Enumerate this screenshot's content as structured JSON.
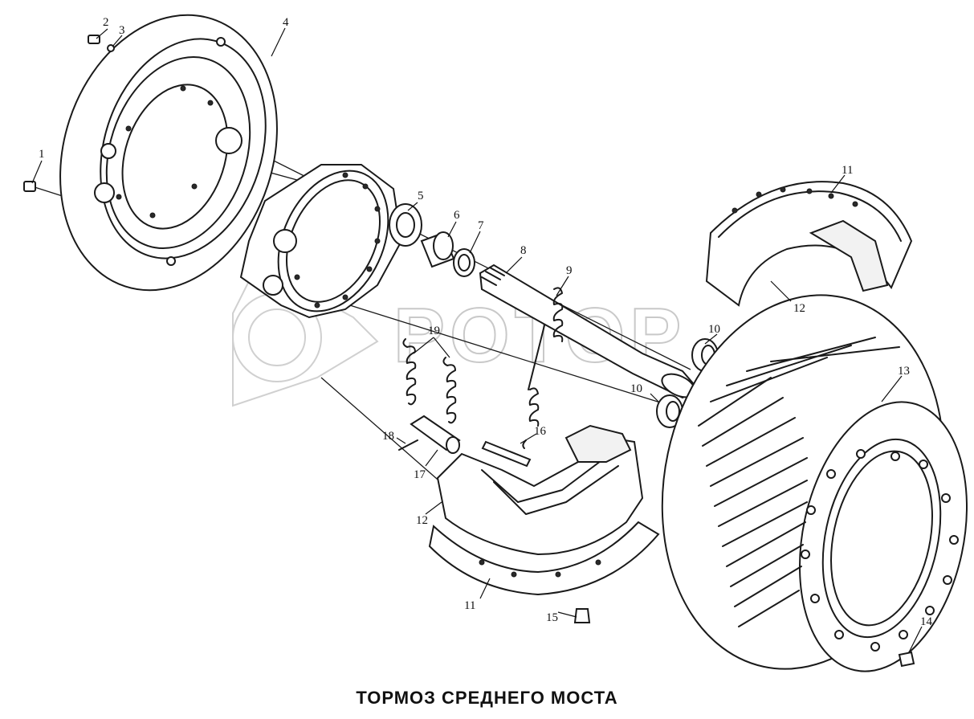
{
  "caption": "ТОРМОЗ СРЕДНЕГО МОСТА",
  "watermark": "POTOP",
  "callouts": [
    "1",
    "2",
    "3",
    "4",
    "5",
    "6",
    "7",
    "8",
    "9",
    "10",
    "10",
    "11",
    "11",
    "12",
    "12",
    "13",
    "14",
    "15",
    "16",
    "17",
    "18",
    "19"
  ]
}
